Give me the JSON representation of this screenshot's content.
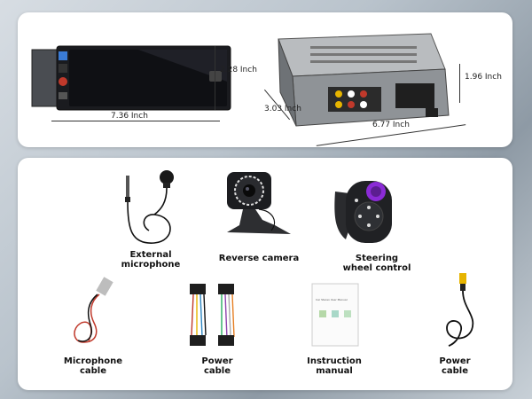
{
  "dimensions": {
    "front_height": "2.28 Inch",
    "front_width": "7.36 Inch",
    "rear_height": "1.96 Inch",
    "rear_depth_side": "3.03 Inch",
    "rear_depth": "6.77 Inch"
  },
  "accessories": [
    {
      "label": "External\nmicrophone",
      "icon": "microphone-icon"
    },
    {
      "label": "Reverse camera",
      "icon": "camera-icon"
    },
    {
      "label": "Steering\nwheel control",
      "icon": "steering-remote-icon"
    },
    {
      "label": "Microphone\ncable",
      "icon": "cable-icon"
    },
    {
      "label": "Power\ncable",
      "icon": "harness-icon"
    },
    {
      "label": "Instruction\nmanual",
      "icon": "manual-icon"
    },
    {
      "label": "Power\ncable",
      "icon": "rca-cable-icon"
    }
  ],
  "manual_cover_title": "Car Stereo User Manual",
  "colors": {
    "card": "#ffffff",
    "screen": "#111216",
    "led_purple": "#8b2bd6"
  }
}
